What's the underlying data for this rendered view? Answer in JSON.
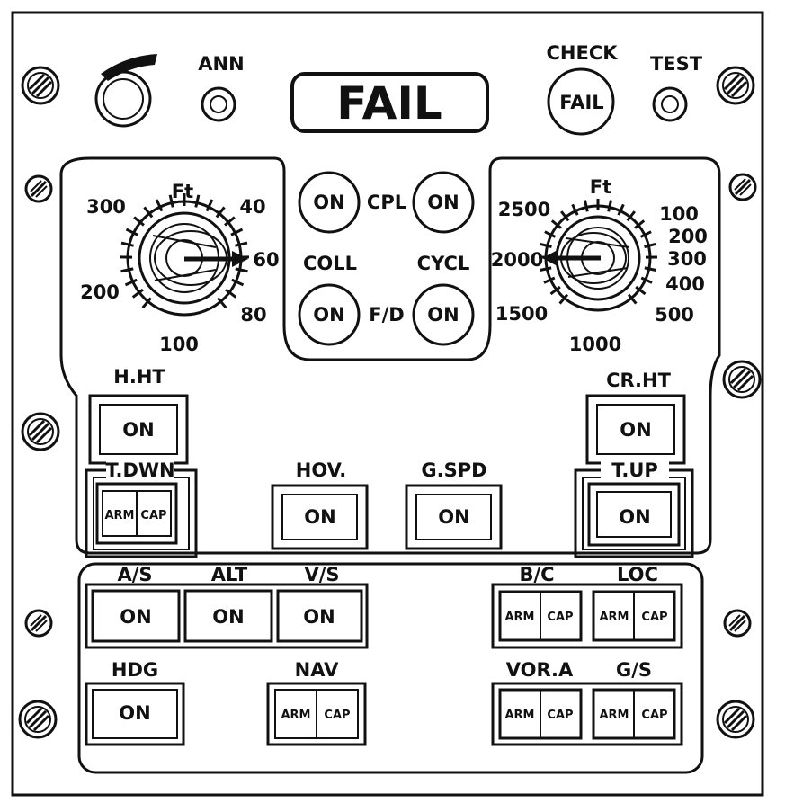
{
  "top": {
    "ann_label": "ANN",
    "fail_label": "FAIL",
    "check_label": "CHECK",
    "check_button": "FAIL",
    "test_label": "TEST"
  },
  "left_dial": {
    "unit": "Ft",
    "scale": [
      "300",
      "40",
      "60",
      "80",
      "100",
      "200"
    ]
  },
  "right_dial": {
    "unit": "Ft",
    "scale": [
      "2500",
      "100",
      "200",
      "300",
      "400",
      "500",
      "1000",
      "1500",
      "2000"
    ]
  },
  "center": {
    "cpl": "CPL",
    "coll": "COLL",
    "cycl": "CYCL",
    "fd": "F/D",
    "on": "ON"
  },
  "buttons": {
    "hht": "H.HT",
    "crht": "CR.HT",
    "tdwn": "T.DWN",
    "tup": "T.UP",
    "hov": "HOV.",
    "gspd": "G.SPD",
    "as": "A/S",
    "alt": "ALT",
    "vs": "V/S",
    "hdg": "HDG",
    "nav": "NAV",
    "bc": "B/C",
    "loc": "LOC",
    "vora": "VOR.A",
    "gs": "G/S",
    "on": "ON",
    "arm": "ARM",
    "cap": "CAP"
  }
}
